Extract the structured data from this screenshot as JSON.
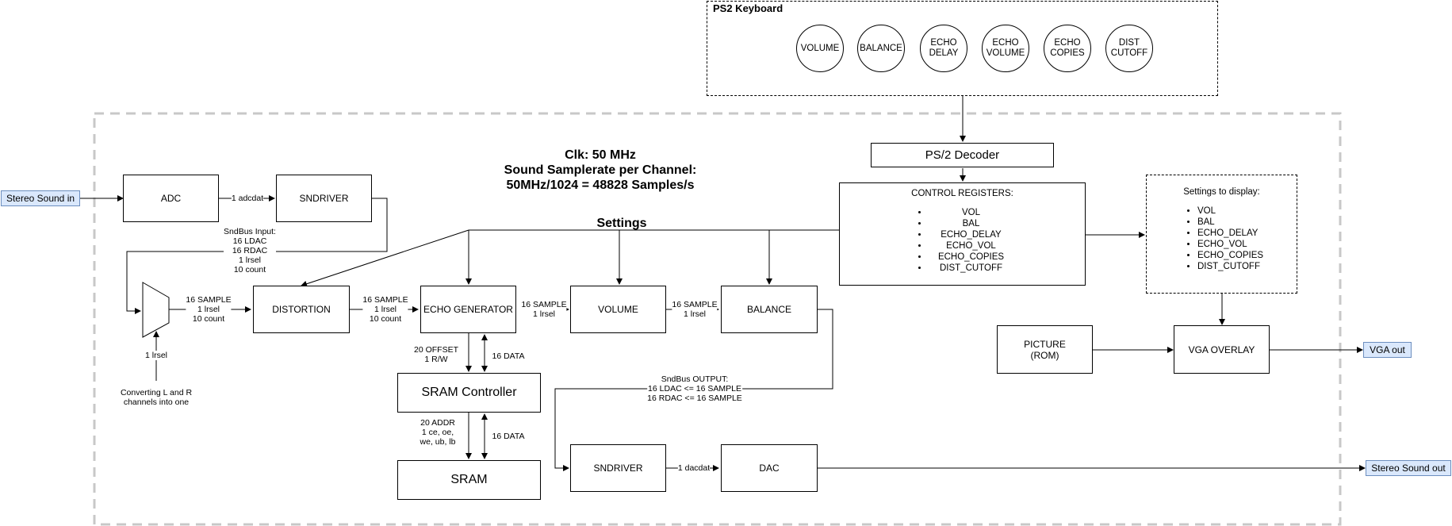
{
  "keyboard": {
    "title": "PS2 Keyboard",
    "keys": [
      "VOLUME",
      "BALANCE",
      "ECHO\nDELAY",
      "ECHO\nVOLUME",
      "ECHO\nCOPIES",
      "DIST\nCUTOFF"
    ]
  },
  "header": {
    "clock": "Clk: 50 MHz\nSound Samplerate per Channel:\n50MHz/1024 =  48828 Samples/s",
    "settings": "Settings"
  },
  "io": {
    "stereo_in": "Stereo Sound in",
    "vga_out": "VGA out",
    "stereo_out": "Stereo Sound out"
  },
  "blocks": {
    "adc": "ADC",
    "sndriver_in": "SNDRIVER",
    "distortion": "DISTORTION",
    "echo": "ECHO GENERATOR",
    "volume": "VOLUME",
    "balance": "BALANCE",
    "sram_ctrl": "SRAM Controller",
    "sram": "SRAM",
    "sndriver_out": "SNDRIVER",
    "dac": "DAC",
    "ps2_decoder": "PS/2 Decoder",
    "picture": "PICTURE\n(ROM)",
    "vga_overlay": "VGA OVERLAY"
  },
  "control_registers": {
    "title": "CONTROL REGISTERS:",
    "items": [
      "VOL",
      "BAL",
      "ECHO_DELAY",
      "ECHO_VOL",
      "ECHO_COPIES",
      "DIST_CUTOFF"
    ]
  },
  "display_settings": {
    "title": "Settings to display:",
    "items": [
      "VOL",
      "BAL",
      "ECHO_DELAY",
      "ECHO_VOL",
      "ECHO_COPIES",
      "DIST_CUTOFF"
    ]
  },
  "labels": {
    "adcdat": "1 adcdat",
    "sndbus_input": "SndBus Input:\n16 LDAC\n16 RDAC\n1 lrsel\n10 count",
    "mux_out": "16 SAMPLE\n1 lrsel\n10 count",
    "dist_out": "16 SAMPLE\n1 lrsel\n10 count",
    "echo_out": "16 SAMPLE\n1 lrsel",
    "vol_out": "16 SAMPLE\n1 lrsel",
    "mux_sel": "1 lrsel",
    "mux_note": "Converting L and R\nchannels into one",
    "offset_rw": "20 OFFSET\n1 R/W",
    "data1": "16 DATA",
    "addr": "20 ADDR\n1 ce, oe,\nwe, ub, lb",
    "data2": "16 DATA",
    "sndbus_output": "SndBus OUTPUT:\n16 LDAC <= 16 SAMPLE\n16 RDAC <= 16 SAMPLE",
    "dacdat": "1 dacdat"
  }
}
